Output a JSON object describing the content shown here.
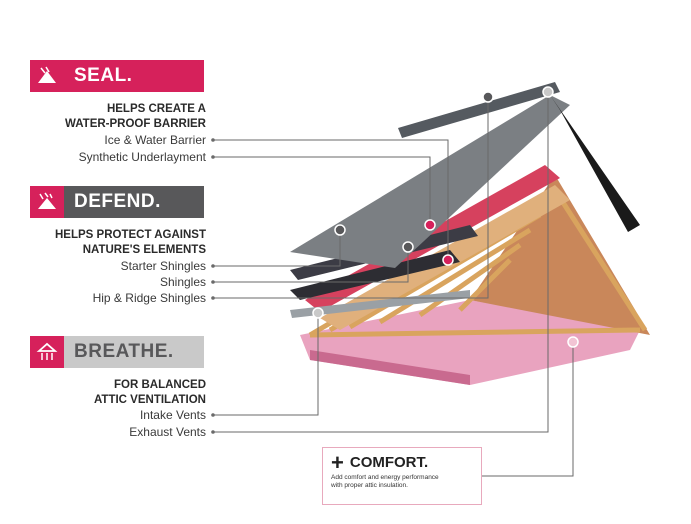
{
  "sections": {
    "seal": {
      "title": "SEAL.",
      "subhead_line1": "HELPS CREATE A",
      "subhead_line2": "WATER-PROOF BARRIER",
      "items": [
        "Ice & Water Barrier",
        "Synthetic Underlayment"
      ]
    },
    "defend": {
      "title": "DEFEND.",
      "subhead_line1": "HELPS PROTECT AGAINST",
      "subhead_line2": "NATURE'S ELEMENTS",
      "items": [
        "Starter Shingles",
        "Shingles",
        "Hip & Ridge Shingles"
      ]
    },
    "breathe": {
      "title": "BREATHE.",
      "subhead_line1": "FOR BALANCED",
      "subhead_line2": "ATTIC VENTILATION",
      "items": [
        "Intake Vents",
        "Exhaust Vents"
      ]
    }
  },
  "comfort": {
    "title": "COMFORT.",
    "text_line1": "Add comfort and energy performance",
    "text_line2": "with proper attic insulation."
  },
  "colors": {
    "seal": "#d6215b",
    "defend": "#58585a",
    "breathe": "#c9c9c9",
    "insulation": "#e9a3bf",
    "wood": "#d9a45e"
  }
}
